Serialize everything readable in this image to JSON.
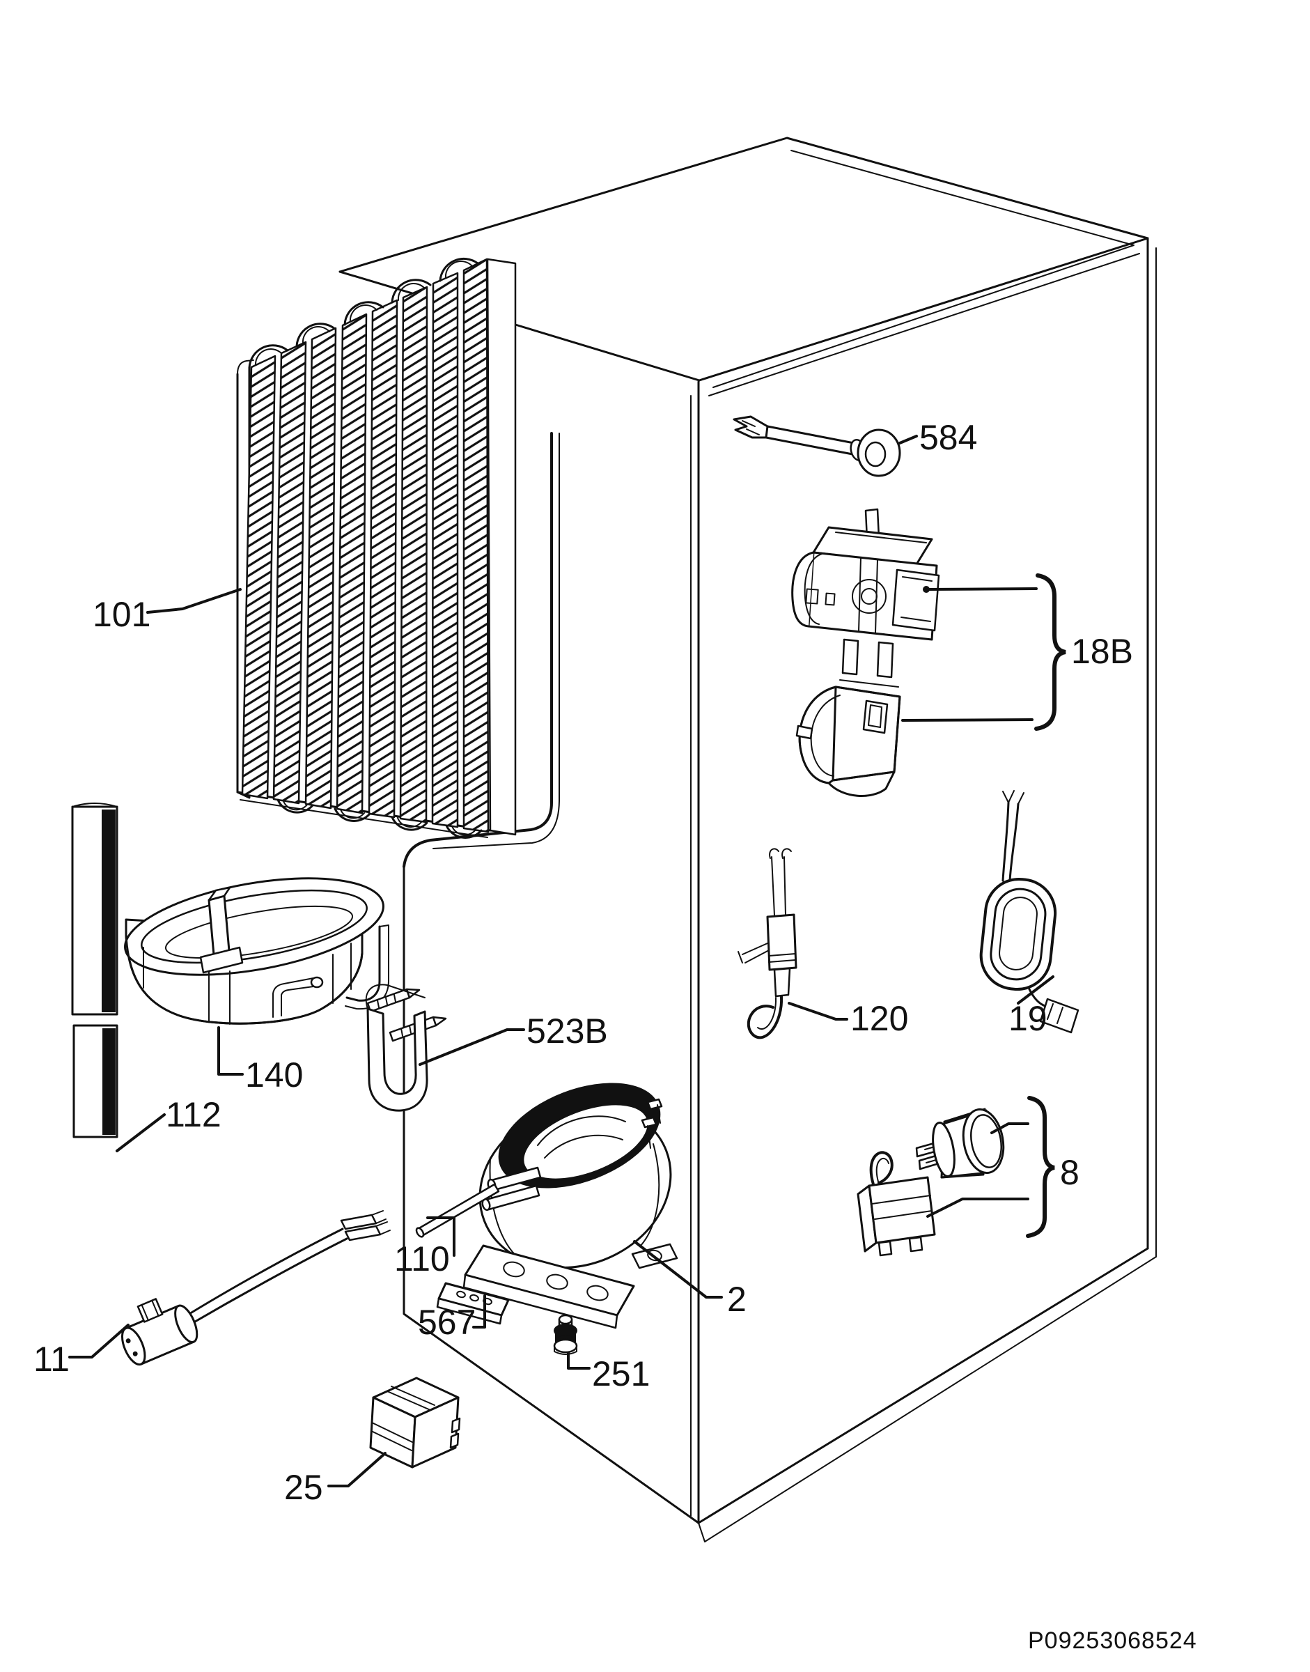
{
  "colors": {
    "ink": "#111111",
    "paper": "#ffffff"
  },
  "part_labels": {
    "p101": "101",
    "p584": "584",
    "p18B": "18B",
    "p140": "140",
    "p523B": "523B",
    "p120": "120",
    "p19": "19",
    "p112": "112",
    "p110": "110",
    "p8": "8",
    "p2": "2",
    "p11": "11",
    "p567": "567",
    "p251": "251",
    "p25": "25"
  },
  "document_code": "P09253068524"
}
